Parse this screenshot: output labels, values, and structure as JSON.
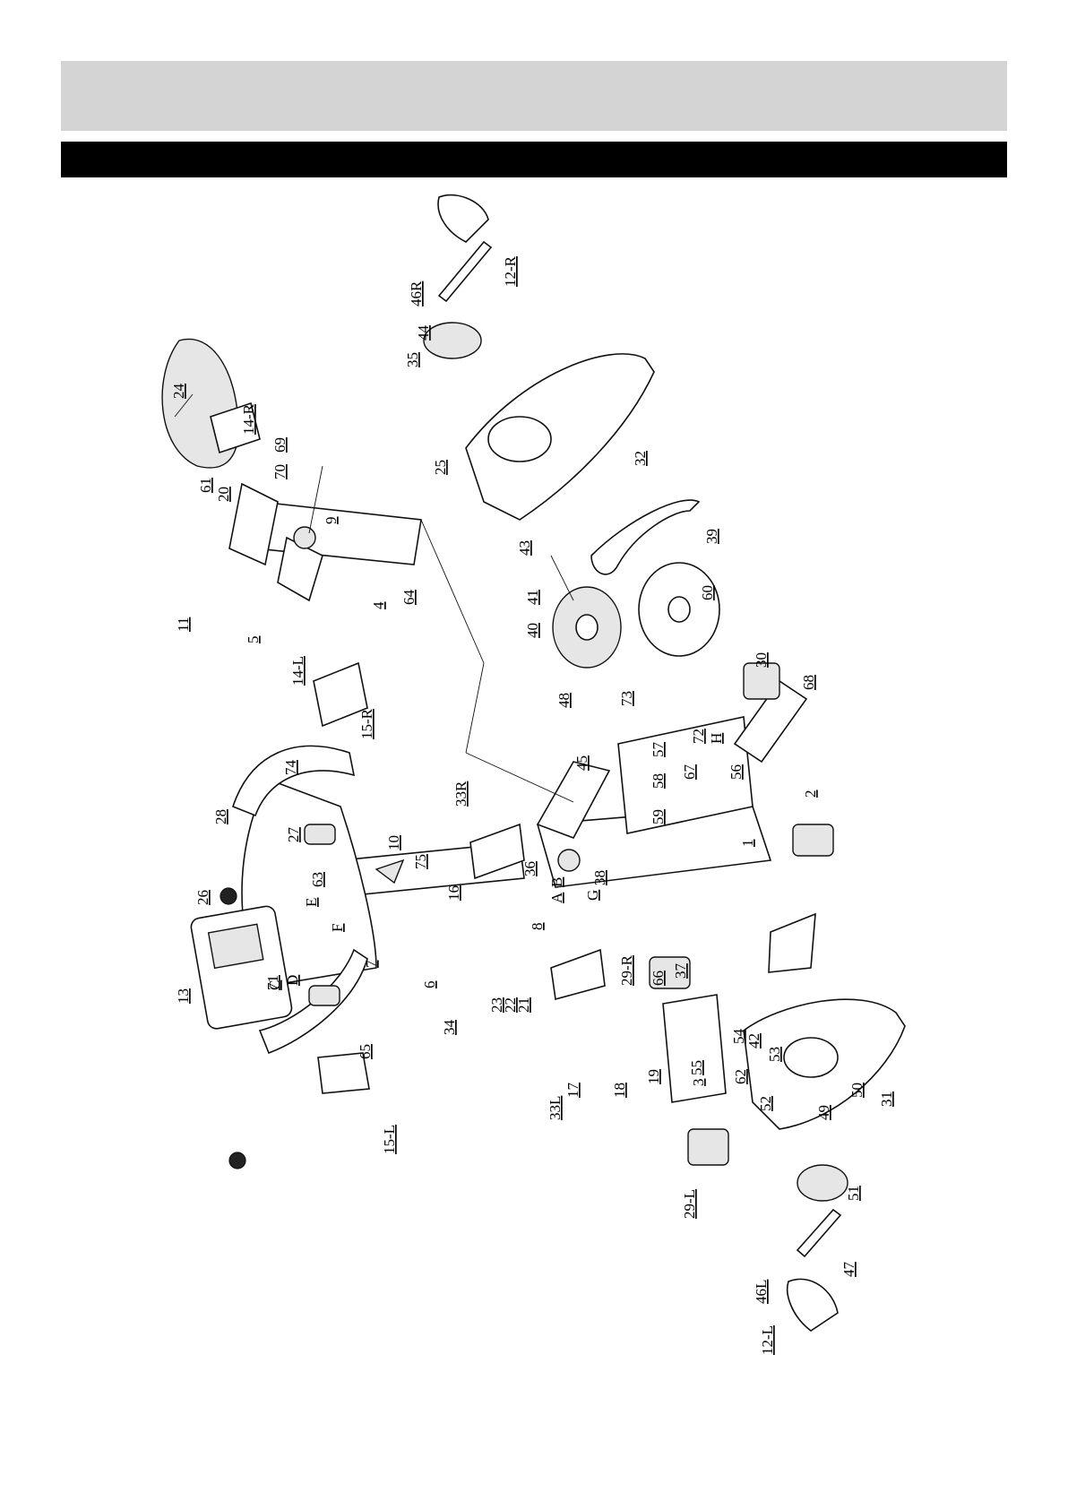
{
  "page": {
    "title_band": "",
    "header_bar": ""
  },
  "callouts": [
    "1",
    "2",
    "3",
    "4",
    "5",
    "6",
    "7",
    "8",
    "9",
    "10",
    "11",
    "12-L",
    "12-R",
    "13",
    "14-L",
    "14-R",
    "15-L",
    "15-R",
    "16",
    "17",
    "18",
    "19",
    "20",
    "21",
    "22",
    "23",
    "24",
    "25",
    "26",
    "27",
    "28",
    "29-L",
    "29-R",
    "30",
    "31",
    "32",
    "33L",
    "33R",
    "34",
    "35",
    "36",
    "37",
    "38",
    "39",
    "40",
    "41",
    "42",
    "43",
    "44",
    "45",
    "46L",
    "46R",
    "47",
    "48",
    "49",
    "50",
    "51",
    "52",
    "53",
    "54",
    "55",
    "56",
    "57",
    "58",
    "59",
    "60",
    "61",
    "62",
    "63",
    "64",
    "65",
    "66",
    "67",
    "68",
    "69",
    "70",
    "71",
    "72",
    "73",
    "74",
    "75",
    "A",
    "B",
    "C",
    "D",
    "E",
    "F",
    "G",
    "H"
  ]
}
